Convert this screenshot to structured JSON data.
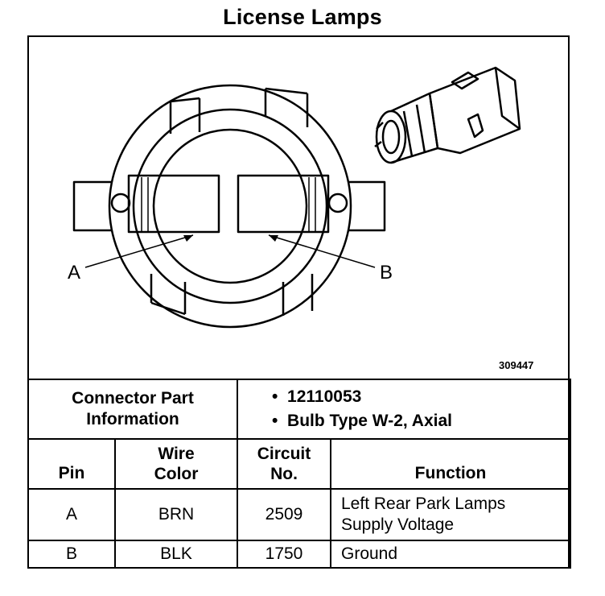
{
  "title": "License Lamps",
  "figure_ref": "309447",
  "diagram": {
    "label_a": "A",
    "label_b": "B"
  },
  "connector": {
    "label_line1": "Connector Part",
    "label_line2": "Information",
    "bullet": "•",
    "part_number": "12110053",
    "bulb_type": "Bulb Type W-2, Axial"
  },
  "table": {
    "headers": {
      "pin": "Pin",
      "wire_color_line1": "Wire",
      "wire_color_line2": "Color",
      "circuit_line1": "Circuit",
      "circuit_line2": "No.",
      "function": "Function"
    },
    "rows": [
      {
        "pin": "A",
        "wire_color": "BRN",
        "circuit": "2509",
        "function_line1": "Left Rear Park Lamps",
        "function_line2": "Supply Voltage"
      },
      {
        "pin": "B",
        "wire_color": "BLK",
        "circuit": "1750",
        "function_line1": "Ground",
        "function_line2": ""
      }
    ]
  }
}
